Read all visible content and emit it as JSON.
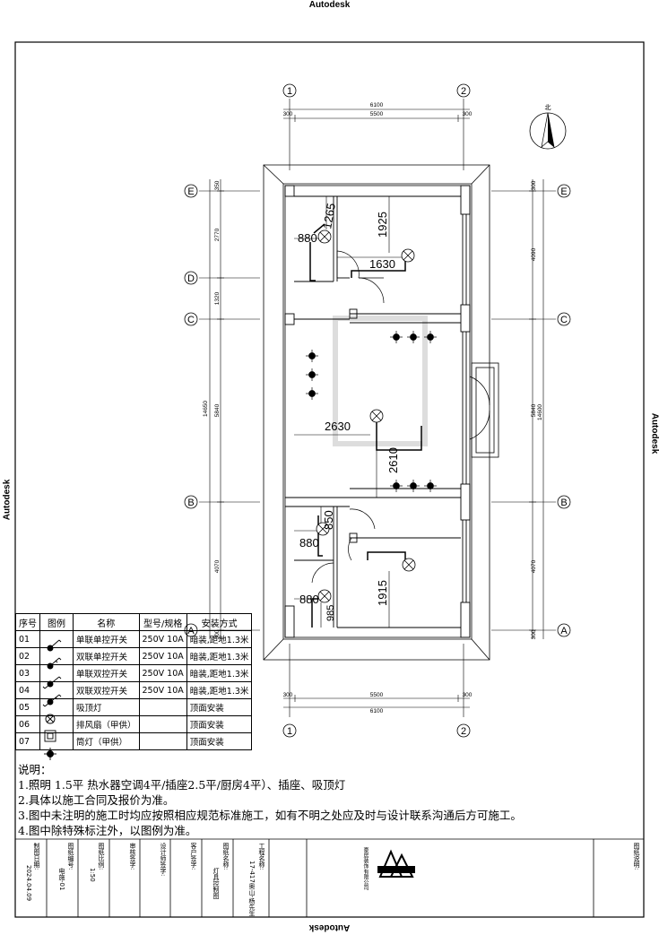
{
  "watermark": {
    "text": "Autodesk"
  },
  "axes": {
    "columns": [
      "1",
      "2"
    ],
    "rows": [
      "E",
      "D",
      "C",
      "B",
      "A"
    ]
  },
  "dimensions": {
    "top_total": "6100",
    "top_inner": "5500",
    "top_left_wall": "300",
    "top_right_wall": "300",
    "bottom_total": "6100",
    "bottom_inner": "5500",
    "bottom_left_wall": "300",
    "bottom_right_wall": "300",
    "left_total": "14650",
    "left_top_wall": "350",
    "left_E_D": "2770",
    "left_D_C": "1320",
    "left_C_B": "5840",
    "left_B_A": "4070",
    "left_bottom_wall": "300",
    "right_total": "14600",
    "right_top_wall": "300",
    "right_E_C": "4090",
    "right_C_B": "5840",
    "right_B_A": "4070",
    "right_bottom_wall": "300"
  },
  "plan_labels": {
    "d1265": "1265",
    "d880a": "880",
    "d1925": "1925",
    "d1630": "1630",
    "d2630": "2630",
    "d2610": "2610",
    "d850": "850",
    "d880b": "880",
    "d880c": "880",
    "d985": "985",
    "d1915": "1915"
  },
  "north_label": "北",
  "legend": {
    "headers": [
      "序号",
      "图例",
      "名称",
      "型号/规格",
      "安装方式"
    ],
    "rows": [
      {
        "no": "01",
        "icon": "single-switch-icon",
        "name": "单联单控开关",
        "spec": "250V 10A",
        "install": "暗装,距地1.3米"
      },
      {
        "no": "02",
        "icon": "double-switch-icon",
        "name": "双联单控开关",
        "spec": "250V 10A",
        "install": "暗装,距地1.3米"
      },
      {
        "no": "03",
        "icon": "single-dual-switch-icon",
        "name": "单联双控开关",
        "spec": "250V 10A",
        "install": "暗装,距地1.3米"
      },
      {
        "no": "04",
        "icon": "double-dual-switch-icon",
        "name": "双联双控开关",
        "spec": "250V 10A",
        "install": "暗装,距地1.3米"
      },
      {
        "no": "05",
        "icon": "ceiling-light-icon",
        "name": "吸顶灯",
        "spec": "",
        "install": "顶面安装"
      },
      {
        "no": "06",
        "icon": "exhaust-fan-icon",
        "name": "排风扇（甲供）",
        "spec": "",
        "install": "顶面安装"
      },
      {
        "no": "07",
        "icon": "downlight-icon",
        "name": "筒灯（甲供）",
        "spec": "",
        "install": "顶面安装"
      }
    ]
  },
  "notes": {
    "title": "说明：",
    "lines": [
      "1.照明 1.5平  热水器空调4平/插座2.5平/厨房4平）、插座、吸顶灯",
      "2.具体以施工合同及报价为准。",
      "3.图中未注明的施工时均应按照相应规范标准施工，如有不明之处应及时与设计联系沟通后方可施工。",
      "4.图中除特殊标注外，以图例为准。"
    ]
  },
  "title_block": {
    "date_label": "制图日期:",
    "date": "2024.04.09",
    "drawing_no_label": "图纸编号:",
    "drawing_no": "电施-01",
    "scale_label": "图纸比例:",
    "scale": "1:50",
    "reviewer_label": "审核签字:",
    "designer_label": "设计师签字:",
    "client_label": "客户签字:",
    "drawing_name_label": "图纸名称:",
    "drawing_name": "灯具控制图",
    "project_label": "工程名称:",
    "project": "17-417奥山-杨先生",
    "company_name": "豪居装饰有限公司",
    "notes_label": "图纸说明:"
  }
}
